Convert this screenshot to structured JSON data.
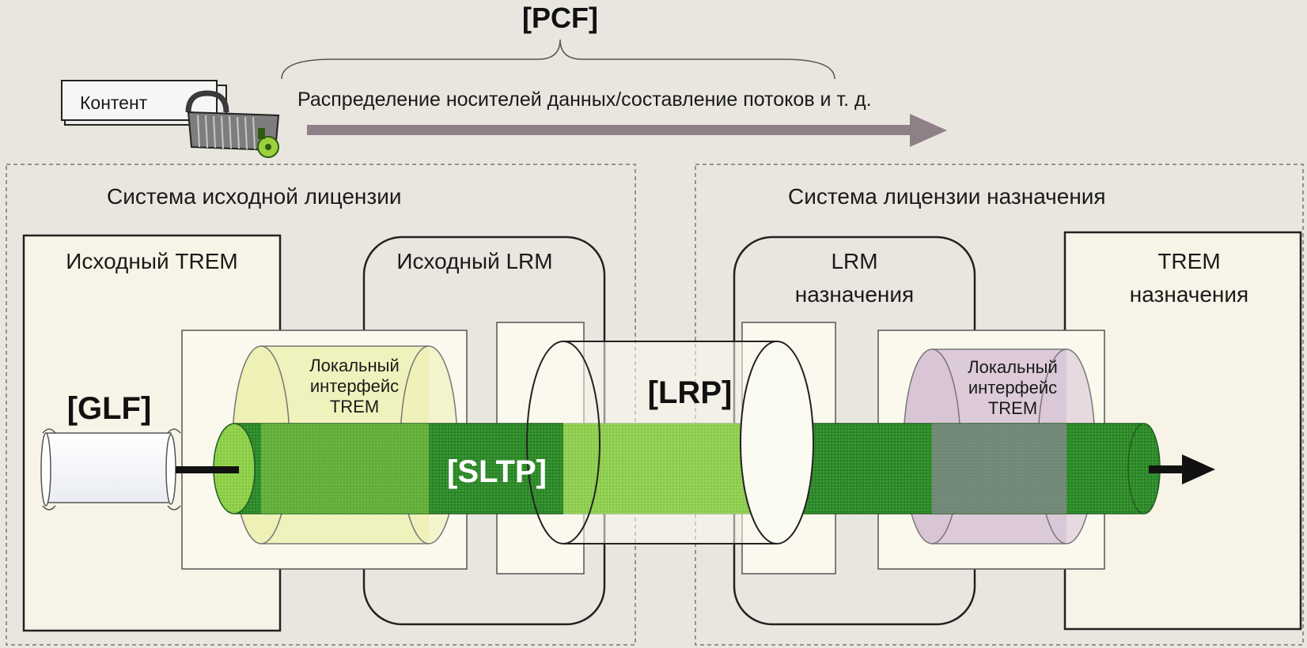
{
  "header": {
    "pcf": "[PCF]",
    "distribution": "Распределение носителей данных/составление потоков и т. д."
  },
  "content_icon": {
    "label": "Контент"
  },
  "source_system": {
    "title": "Система исходной лицензии",
    "trem": "Исходный TREM",
    "lrm": "Исходный LRM",
    "local_interface": [
      "Локальный",
      "интерфейс",
      "TREM"
    ]
  },
  "dest_system": {
    "title": "Система лицензии назначения",
    "lrm": [
      "LRM",
      "назначения"
    ],
    "trem": [
      "TREM",
      "назначения"
    ],
    "local_interface": [
      "Локальный",
      "интерфейс",
      "TREM"
    ]
  },
  "protocols": {
    "glf": "[GLF]",
    "sltp": "[SLTP]",
    "lrp": "[LRP]"
  },
  "colors": {
    "background": "#e9e6df",
    "panel": "#f7f3e6",
    "tube_green": "#2f8a2c",
    "tube_light_green": "#8fd04a",
    "interface_yellow": "#eef0b6",
    "interface_purple": "#d9c5d6",
    "arrow_gray": "#8f7f86"
  },
  "icons": [
    "content-file-icon",
    "padlock-icon",
    "green-key-icon",
    "license-scroll-icon"
  ]
}
